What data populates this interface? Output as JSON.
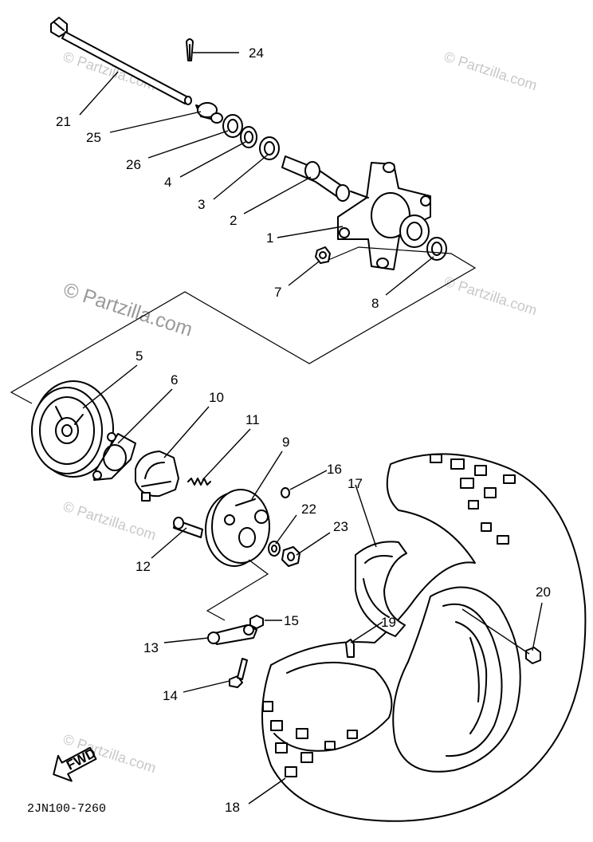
{
  "diagram": {
    "part_number": "2JN100-7260",
    "fwd_label": "FWD",
    "watermarks": {
      "small": "© Partzilla.com",
      "large": "© Partzilla.com"
    },
    "callouts": [
      {
        "id": "c1",
        "label": "1"
      },
      {
        "id": "c2",
        "label": "2"
      },
      {
        "id": "c3",
        "label": "3"
      },
      {
        "id": "c4",
        "label": "4"
      },
      {
        "id": "c5",
        "label": "5"
      },
      {
        "id": "c6",
        "label": "6"
      },
      {
        "id": "c7",
        "label": "7"
      },
      {
        "id": "c8",
        "label": "8"
      },
      {
        "id": "c9",
        "label": "9"
      },
      {
        "id": "c10",
        "label": "10"
      },
      {
        "id": "c11",
        "label": "11"
      },
      {
        "id": "c12",
        "label": "12"
      },
      {
        "id": "c13",
        "label": "13"
      },
      {
        "id": "c14",
        "label": "14"
      },
      {
        "id": "c15",
        "label": "15"
      },
      {
        "id": "c16",
        "label": "16"
      },
      {
        "id": "c17",
        "label": "17"
      },
      {
        "id": "c18",
        "label": "18"
      },
      {
        "id": "c19",
        "label": "19"
      },
      {
        "id": "c20",
        "label": "20"
      },
      {
        "id": "c21",
        "label": "21"
      },
      {
        "id": "c22",
        "label": "22"
      },
      {
        "id": "c23",
        "label": "23"
      },
      {
        "id": "c24",
        "label": "24"
      },
      {
        "id": "c25",
        "label": "25"
      },
      {
        "id": "c26",
        "label": "26"
      }
    ]
  }
}
